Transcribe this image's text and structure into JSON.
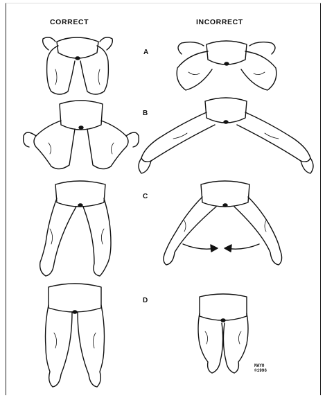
{
  "headers": {
    "correct": "CORRECT",
    "incorrect": "INCORRECT"
  },
  "rows": [
    "A",
    "B",
    "C",
    "D"
  ],
  "credit": {
    "line1": "MAYO",
    "line2": "©1996"
  },
  "figures": [
    {
      "row": "A",
      "correct": "hips flexed, legs folded together",
      "incorrect": "legs spread wide, knees bent"
    },
    {
      "row": "B",
      "correct": "knees bent, feet out",
      "incorrect": "legs spread straight"
    },
    {
      "row": "C",
      "correct": "legs straight, slightly apart",
      "incorrect": "legs in wide V, arrows pointing inward"
    },
    {
      "row": "D",
      "correct": "legs straight, together",
      "incorrect": "legs bundled tightly together"
    }
  ]
}
